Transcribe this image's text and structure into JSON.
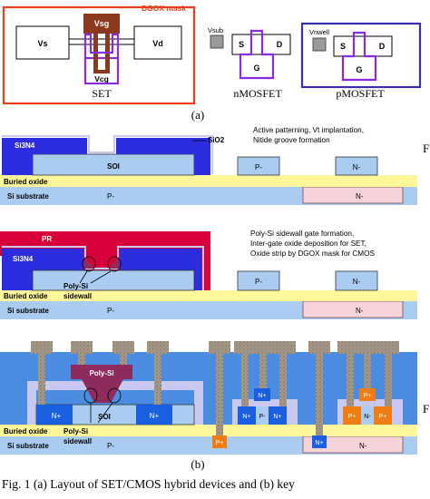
{
  "layout": {
    "dgox_mask": "DGOX mask",
    "set": {
      "vs": "Vs",
      "vd": "Vd",
      "vsg": "Vsg",
      "vcg": "Vcg",
      "caption": "SET"
    },
    "nmos": {
      "vsub": "Vsub",
      "s": "S",
      "d": "D",
      "g": "G",
      "caption": "nMOSFET"
    },
    "pmos": {
      "vnwell": "Vnwell",
      "s": "S",
      "d": "D",
      "g": "G",
      "caption": "pMOSFET"
    },
    "panel_label": "(a)"
  },
  "step1": {
    "note": [
      "Active patterning, Vt implantation,",
      "Nitide groove formation"
    ],
    "si3n4": "Si3N4",
    "sio2": "SiO2",
    "soi": "SOI",
    "p_minus": "P-",
    "n_minus": "N-",
    "buried_oxide": "Buried oxide",
    "substrate": "Si substrate",
    "sub_p": "P-",
    "sub_n": "N-",
    "side_letter": "F"
  },
  "step2": {
    "note": [
      "Poly-Si sidewall gate formation,",
      "Inter-gate oxide deposition for SET,",
      "Oxide strip by DGOX mask for CMOS"
    ],
    "pr": "PR",
    "si3n4": "Si3N4",
    "poly_si": "Poly-Si",
    "sidewall": "sidewall",
    "p_minus": "P-",
    "n_minus": "N-",
    "buried_oxide": "Buried oxide",
    "substrate": "Si substrate",
    "sub_p": "P-",
    "sub_n": "N-"
  },
  "step3": {
    "poly_si": "Poly-Si",
    "n_plus_left": "N+",
    "n_plus_right": "N+",
    "soi": "SOI",
    "poly_si_sidewall": [
      "Poly-Si",
      "sidewall"
    ],
    "nmos_n_plus": "N+",
    "nmos_n_plus_2": "N+",
    "nmos_p_minus": "P-",
    "nmos_gate_top": "N+",
    "pmos_p_plus": "P+",
    "pmos_p_plus_2": "P+",
    "pmos_n_minus": "N-",
    "pmos_gate_top": "P+",
    "sub_p_plus": "P+",
    "sub_n_plus": "N+",
    "buried_oxide": "Buried oxide",
    "substrate": "Si substrate",
    "sub_p": "P-",
    "sub_n": "N-",
    "side_letter": "F"
  },
  "panel_b": "(b)",
  "caption": [
    "Fig. 1 (a) Layout of SET/CMOS hybrid devices and (b) key"
  ],
  "colors": {
    "dgox_red": "#e8401c",
    "vsg_brown": "#8b3a1e",
    "gate_purple": "#8a2be2",
    "pmos_frame": "#3a2fb0",
    "si3n4": "#2d2de0",
    "soi_blue": "#a9ccf0",
    "oxide_yellow": "#fff79a",
    "substrate_blue": "#a9ccf0",
    "nwell_pink": "#f6d3d8",
    "pr_red": "#d8003a",
    "poly_purple": "#8e2a5c",
    "n_plus_blue": "#1a5fe0",
    "p_plus_orange": "#f07d14",
    "metal_gray": "#9b8e80",
    "field_blue": "#4a8de0"
  }
}
